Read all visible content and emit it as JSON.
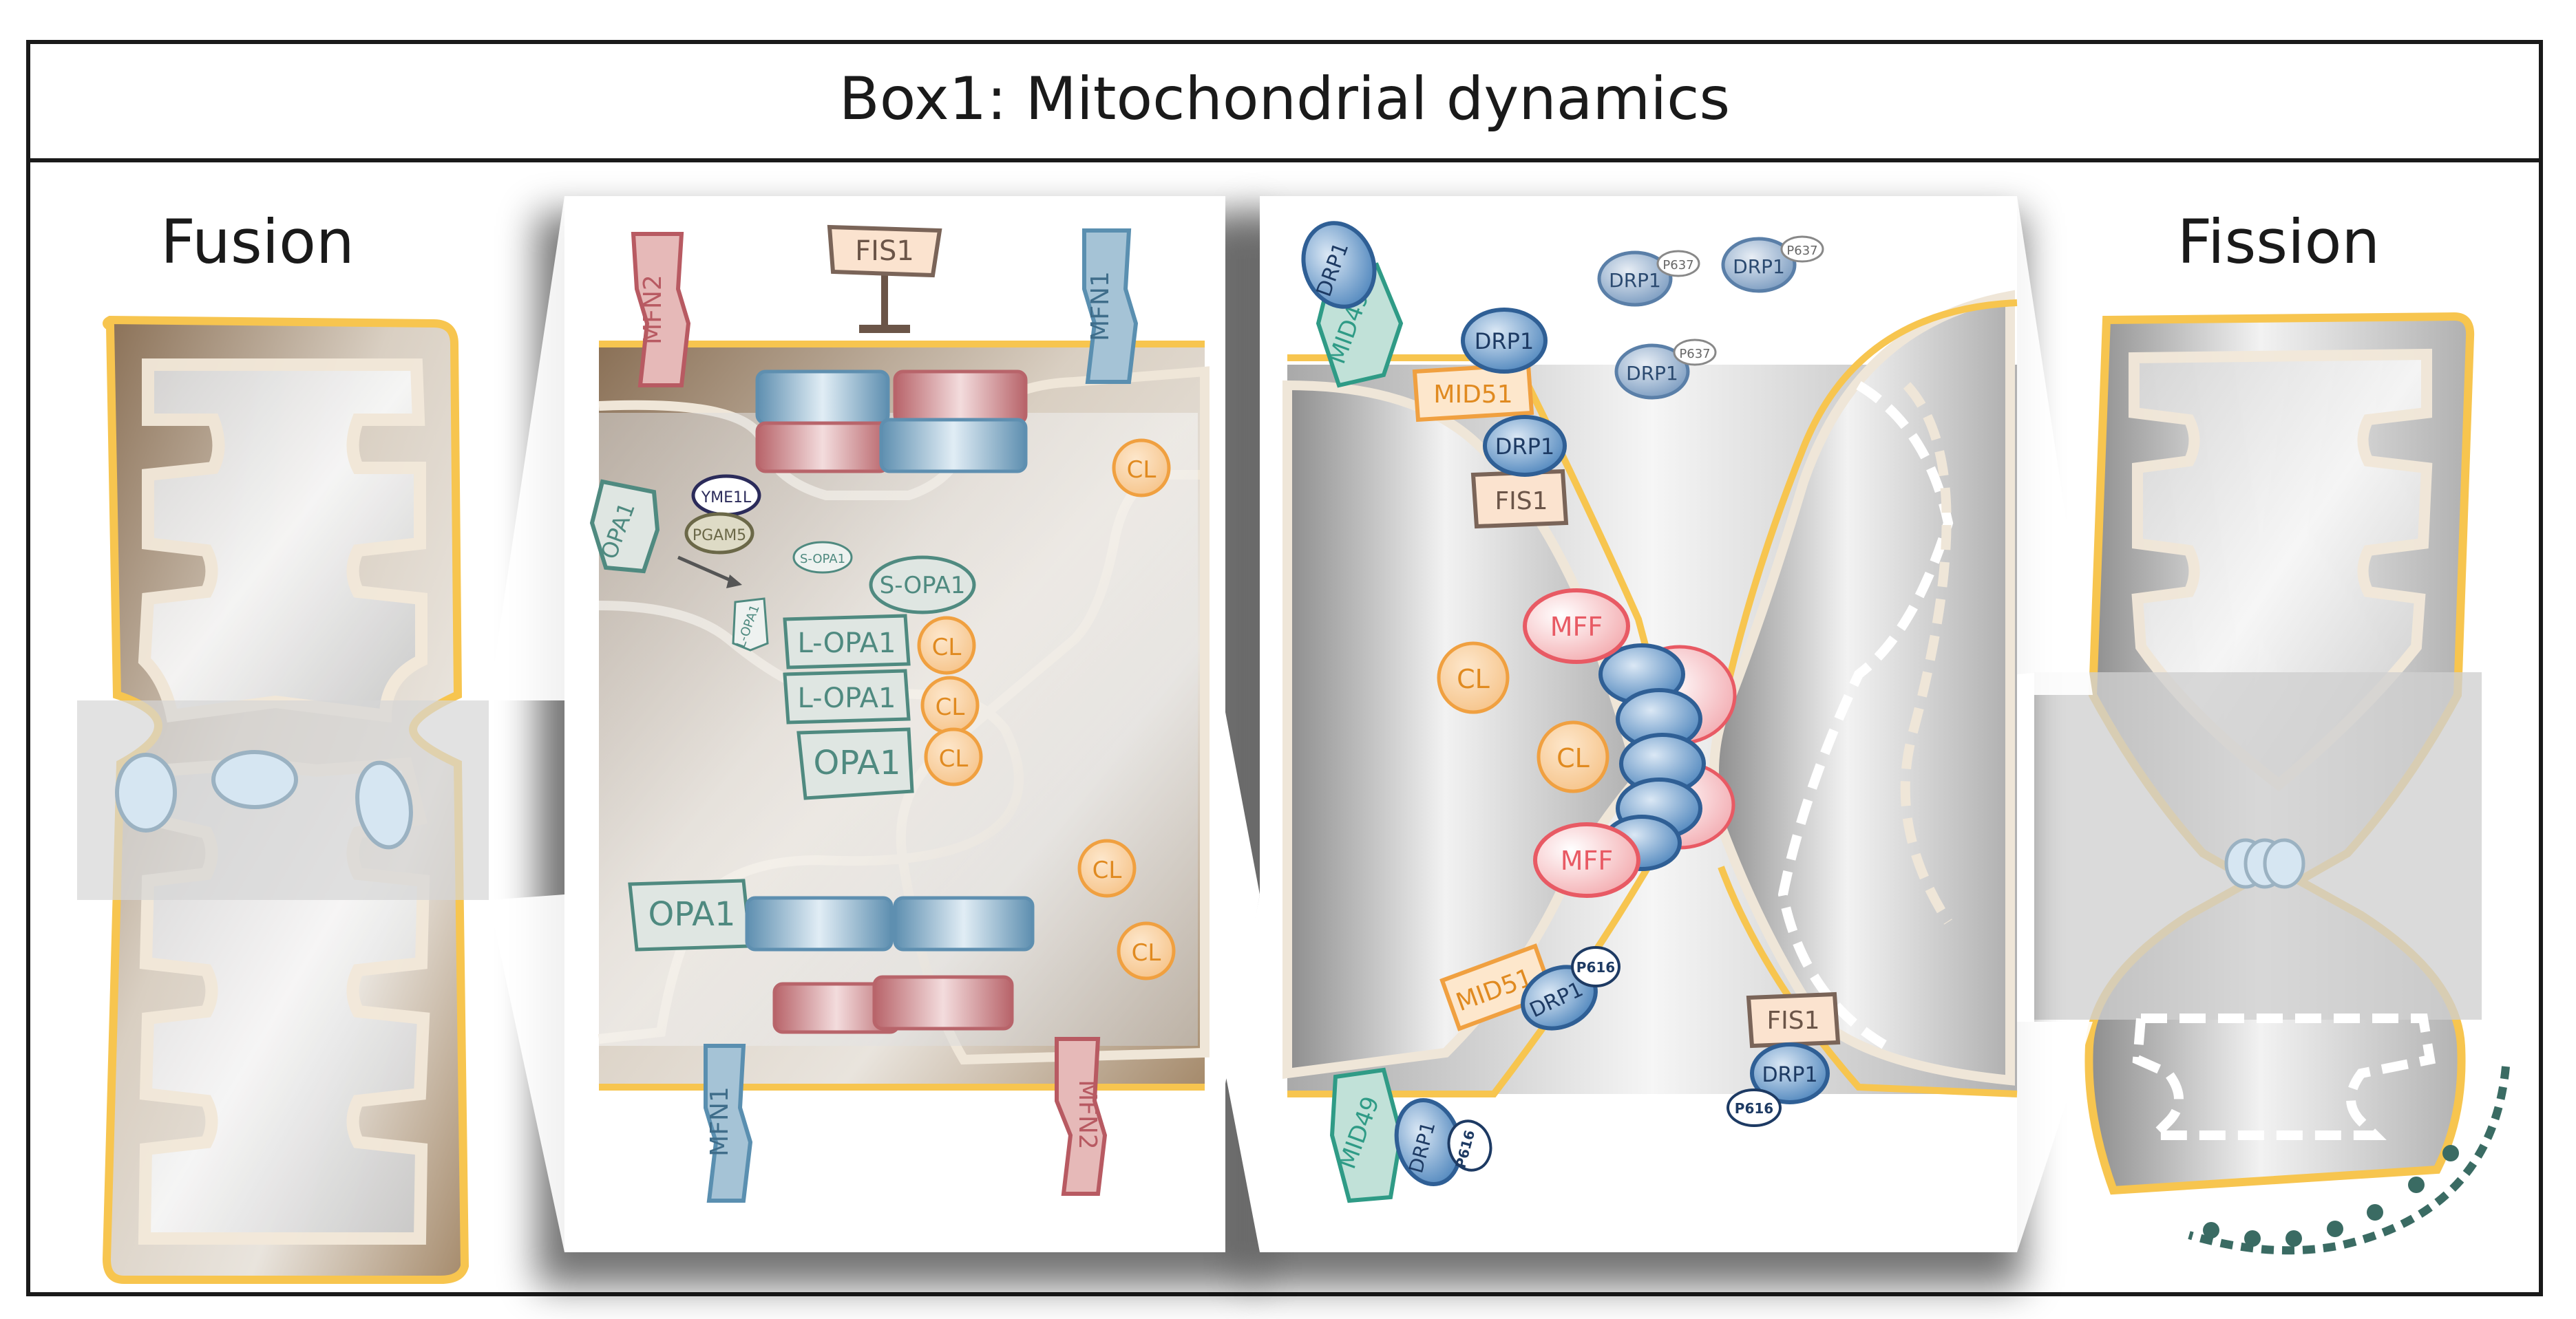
{
  "title": "Box1: Mitochondrial dynamics",
  "labels": {
    "fusion": "Fusion",
    "fission": "Fission"
  },
  "fusion_panel": {
    "fis1": "FIS1",
    "mfn2_top": "MFN2",
    "mfn1_top": "MFN1",
    "mfn1_bottom": "MFN1",
    "mfn2_bottom": "MFN2",
    "opa1_processing": "OPA1",
    "yme1l": "YME1L",
    "pgam5": "PGAM5",
    "s_opa1_small": "S-OPA1",
    "l_opa1_small": "L-OPA1",
    "s_opa1": "S-OPA1",
    "l_opa1_1": "L-OPA1",
    "l_opa1_2": "L-OPA1",
    "opa1_center": "OPA1",
    "opa1_bottom": "OPA1",
    "cl": "CL"
  },
  "fission_panel": {
    "drp1": "DRP1",
    "mid49": "MID49",
    "mid51": "MID51",
    "fis1": "FIS1",
    "mff": "MFF",
    "cl": "CL",
    "p637": "P637",
    "p616": "P616"
  },
  "colors": {
    "outer_membrane": "#f7c54f",
    "drp1": "#4a7fb5",
    "mfn_red": "#b85a62",
    "mfn_blue": "#5a8fb0",
    "opa1": "#4f8a80",
    "cl": "#f0a040",
    "mff": "#e85a64",
    "mid49": "#2f9b86",
    "mid51": "#f0a040",
    "fis1": "#7a6458"
  }
}
